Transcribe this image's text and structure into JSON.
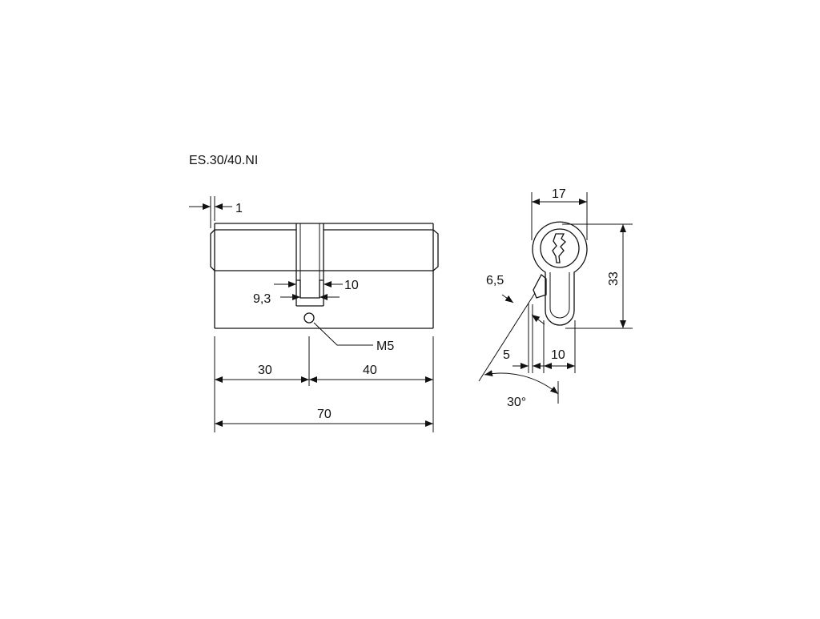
{
  "model_code": "ES.30/40.NI",
  "front_view": {
    "dim_offset": "1",
    "dim_cam_slot": "10",
    "dim_cam_width": "9,3",
    "dim_screw": "M5",
    "dim_left": "30",
    "dim_right": "40",
    "dim_total": "70"
  },
  "side_view": {
    "dim_width": "17",
    "dim_height": "33",
    "dim_cam": "6,5",
    "dim_cam_offset": "5",
    "dim_body": "10",
    "dim_angle": "30°"
  }
}
